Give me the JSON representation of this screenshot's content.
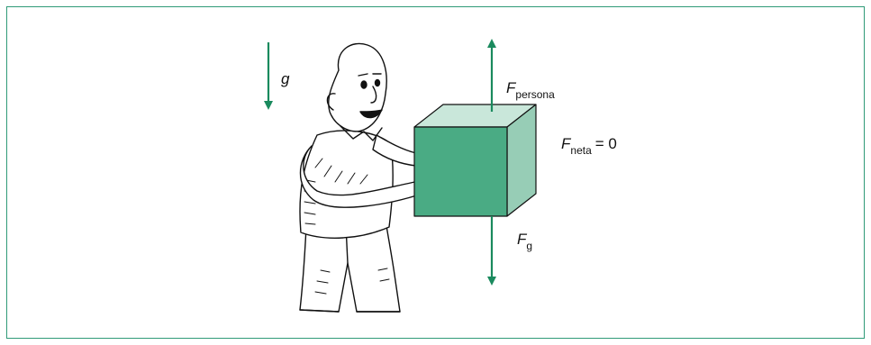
{
  "colors": {
    "border": "#2f9a78",
    "arrow": "#1a8a5e",
    "cube_front": "#4aab84",
    "cube_top": "#c9e7da",
    "cube_side": "#97cdb6",
    "line": "#111111"
  },
  "gravity": {
    "symbol": "g"
  },
  "forces": {
    "person": {
      "symbol": "F",
      "subscript": "persona"
    },
    "gravity": {
      "symbol": "F",
      "subscript": "g"
    },
    "net": {
      "symbol": "F",
      "subscript": "neta",
      "equals": "= 0"
    }
  },
  "figure": {
    "subject": "person-holding-box"
  }
}
